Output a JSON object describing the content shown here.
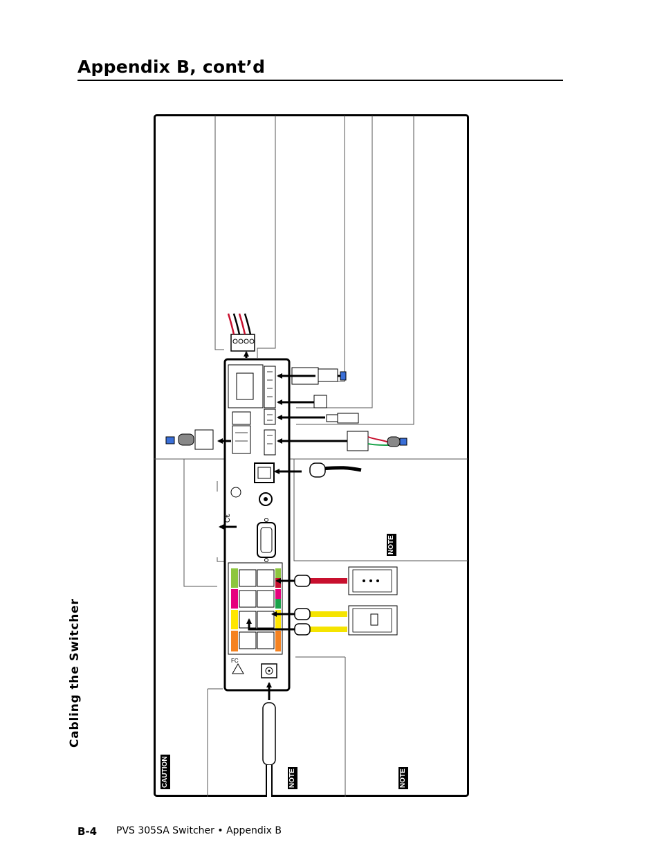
{
  "header": {
    "title": "Appendix B, cont’d"
  },
  "side_title": "Cabling the Switcher",
  "footer": {
    "page_number": "B-4",
    "doc_title": "PVS 305SA Switcher • Appendix B"
  },
  "labels": {
    "caution": "CAUTION",
    "note_upper": "NOTE",
    "note_lower_left": "NOTE",
    "note_lower_right": "NOTE"
  },
  "colors": {
    "red_cable": "#c8102e",
    "yellow_cable": "#f5e400",
    "green_port": "#8dc63f",
    "magenta_port": "#e6007e",
    "yellow_port": "#ffe600",
    "orange_port": "#f58220",
    "blue_plug": "#3a6fd8"
  }
}
